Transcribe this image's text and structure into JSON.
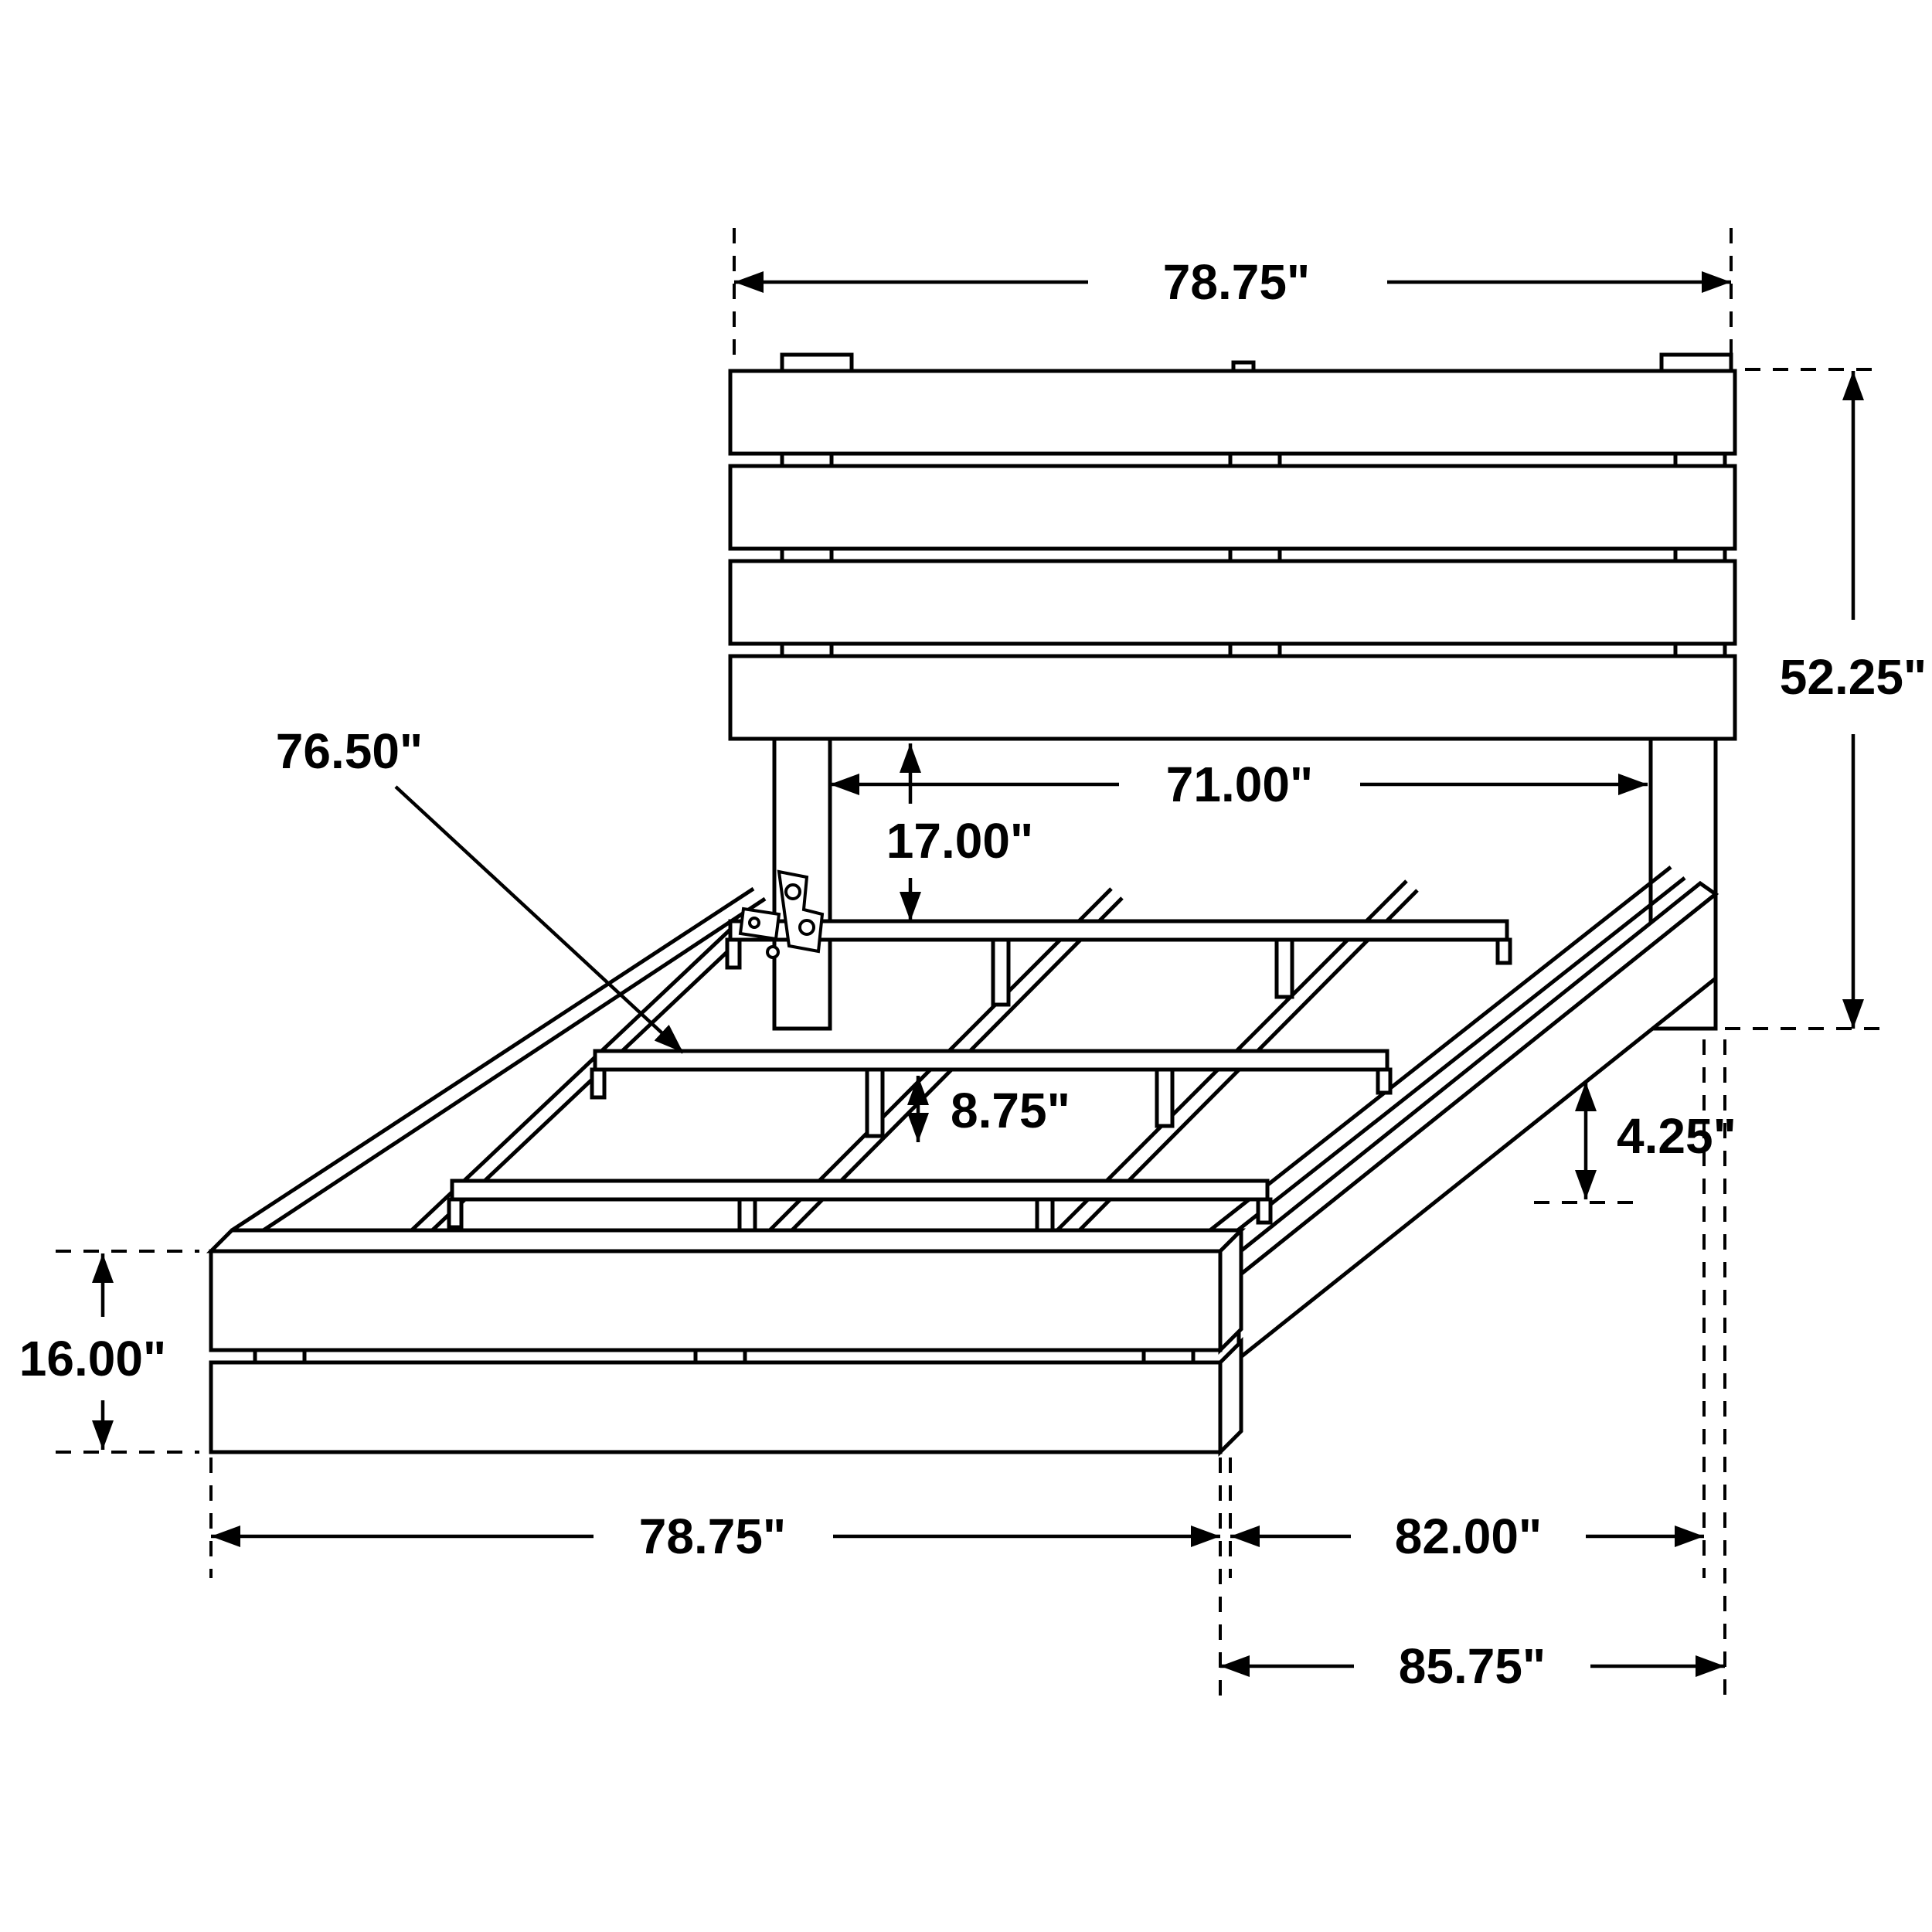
{
  "diagram": {
    "title": "bed-frame-dimension-diagram",
    "unit": "inches",
    "colors": {
      "line": "#000000",
      "background": "#ffffff"
    },
    "dimensions": {
      "headboard_width": "78.75\"",
      "headboard_height": "52.25\"",
      "slat_rail_length": "76.50\"",
      "inner_width": "71.00\"",
      "headboard_to_slat": "17.00\"",
      "slat_support_height": "8.75\"",
      "side_rail_height": "4.25\"",
      "footboard_height": "16.00\"",
      "footboard_width": "78.75\"",
      "frame_depth": "82.00\"",
      "overall_depth": "85.75\""
    }
  }
}
